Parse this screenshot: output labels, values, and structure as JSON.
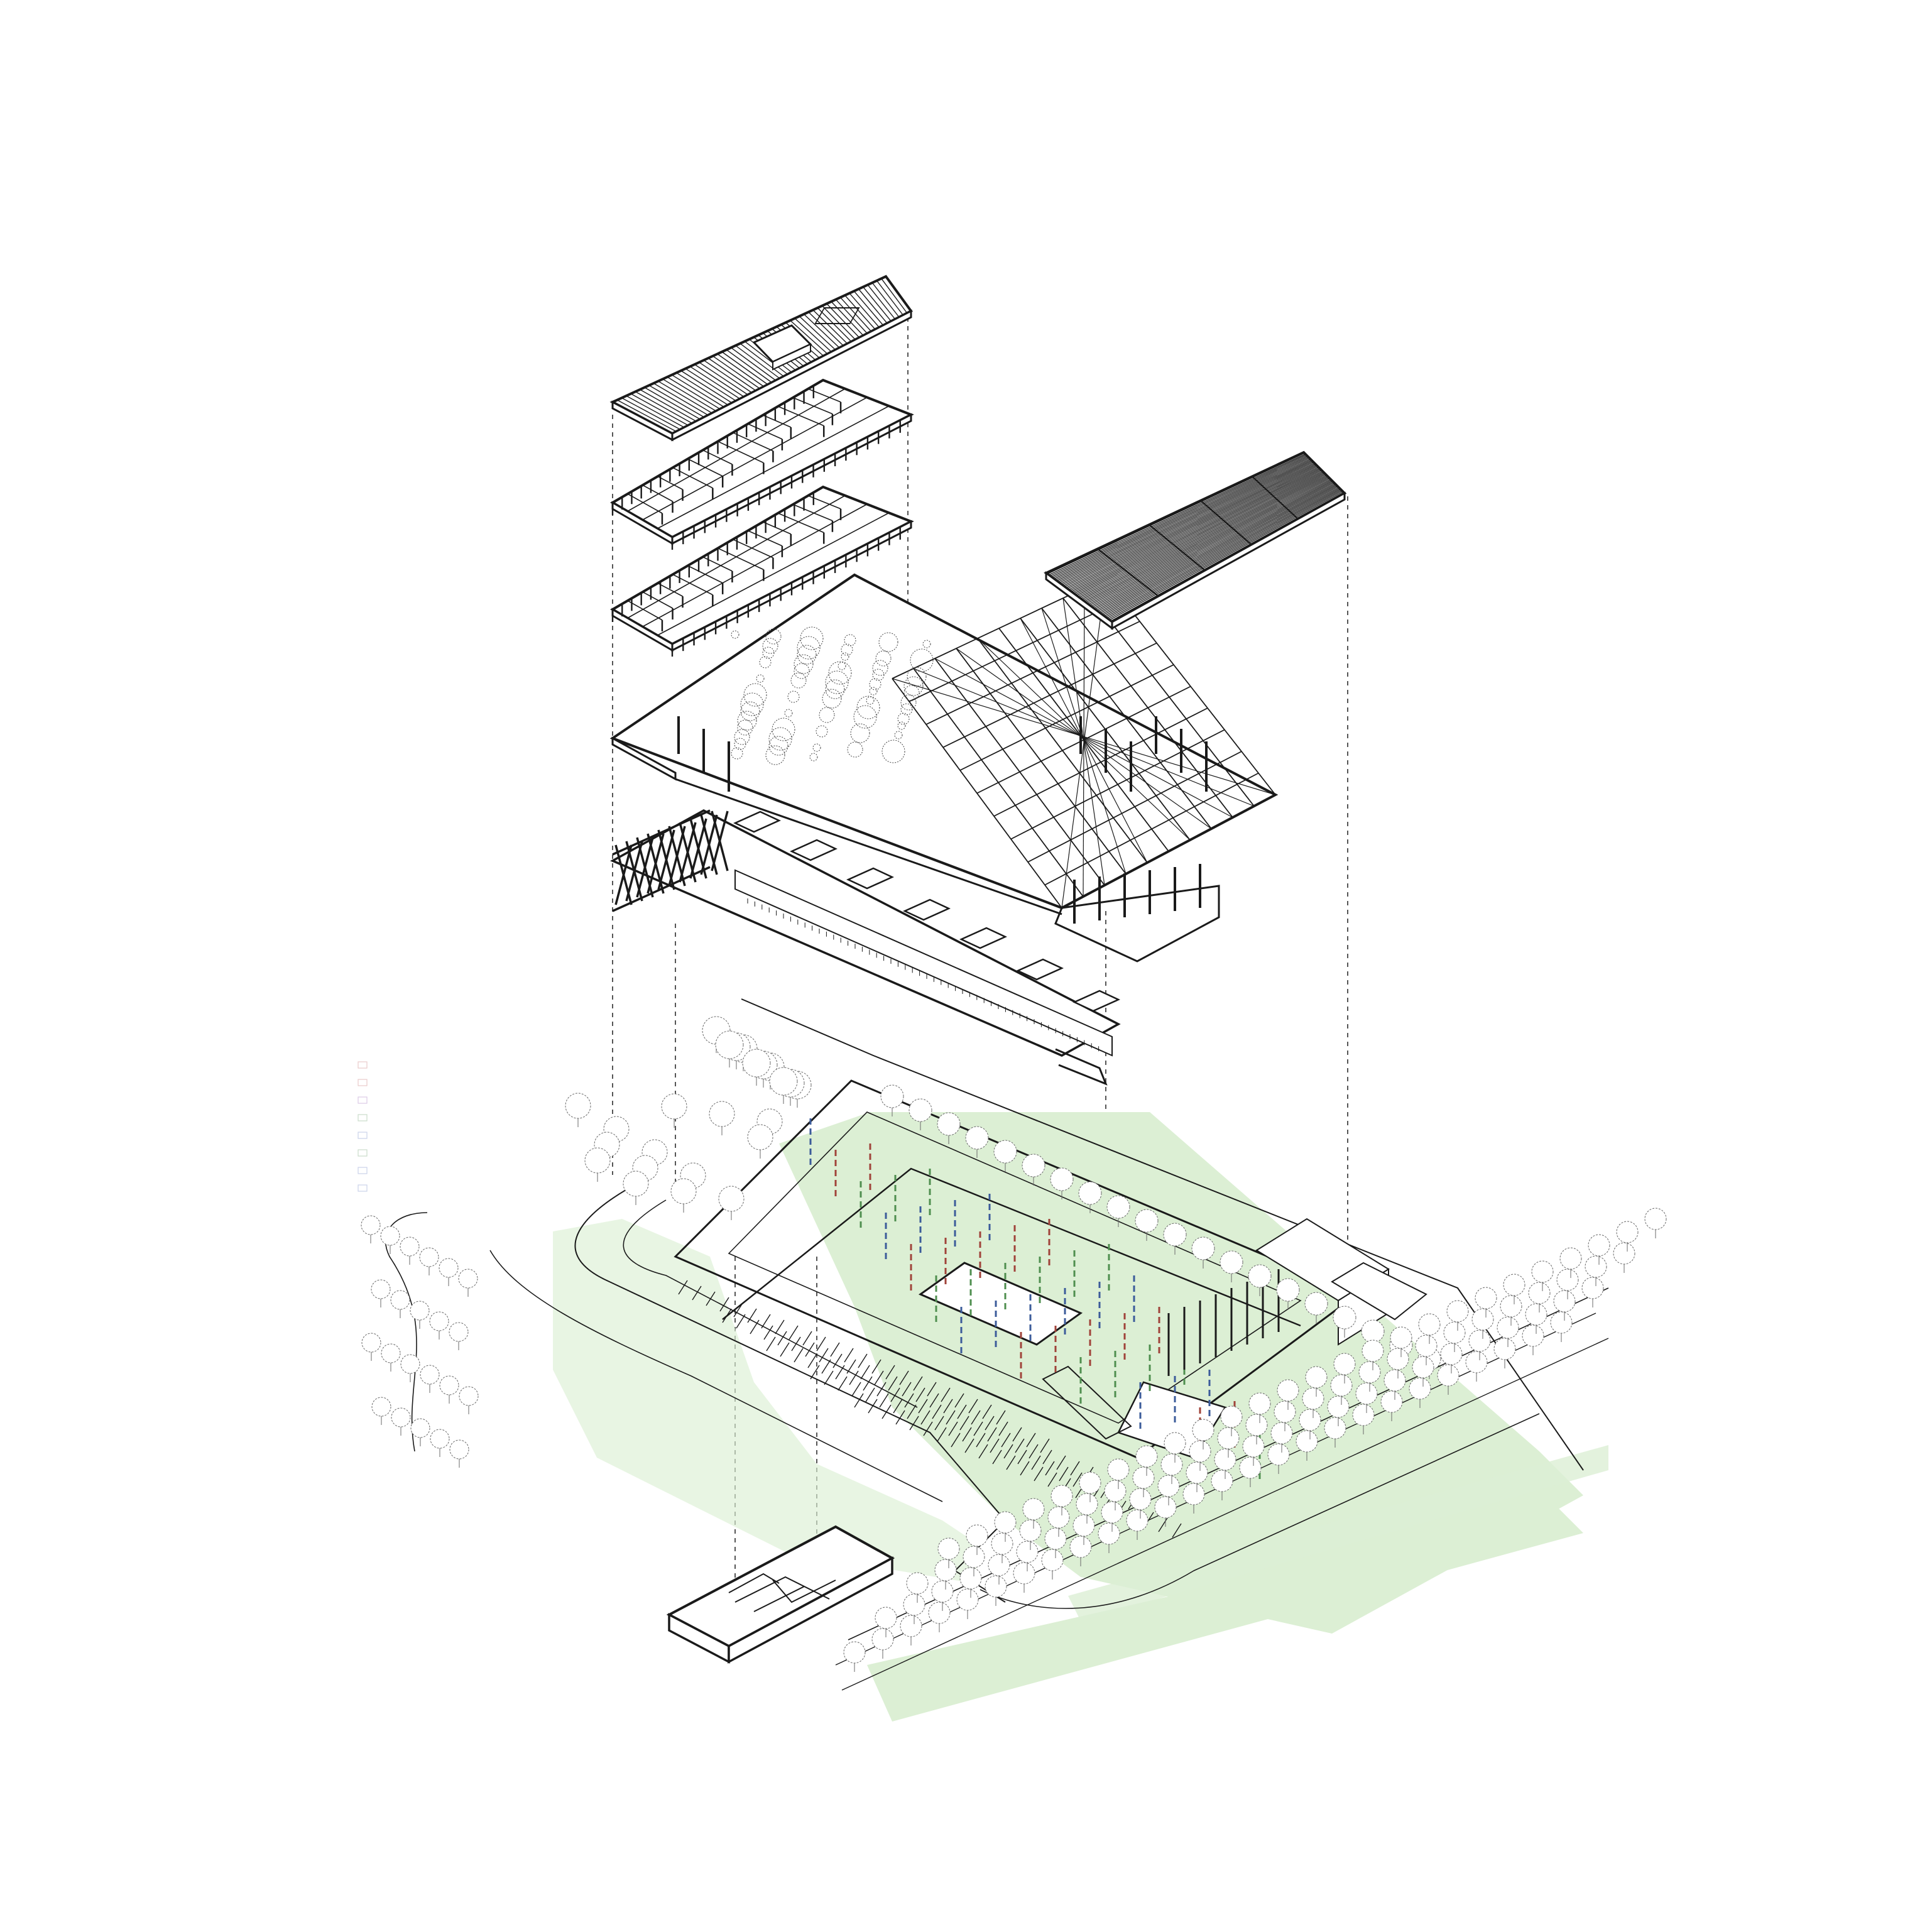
{
  "diagram": {
    "type": "exploded-axonometric",
    "text_labels": [],
    "colors": {
      "line": "#1a1a1a",
      "projection": "#555555",
      "landscape": "#dcefd4",
      "tree": "#6a6a6a",
      "column_blue": "#3b5b9a",
      "column_red": "#a0433a",
      "column_green": "#4f8f4f"
    },
    "layers": [
      {
        "name": "office-roof"
      },
      {
        "name": "office-level-upper"
      },
      {
        "name": "office-level-lower"
      },
      {
        "name": "garden-roof-slab"
      },
      {
        "name": "service-wing"
      },
      {
        "name": "warehouse-roof"
      },
      {
        "name": "site-ground-plan"
      },
      {
        "name": "basement-volume"
      }
    ]
  }
}
